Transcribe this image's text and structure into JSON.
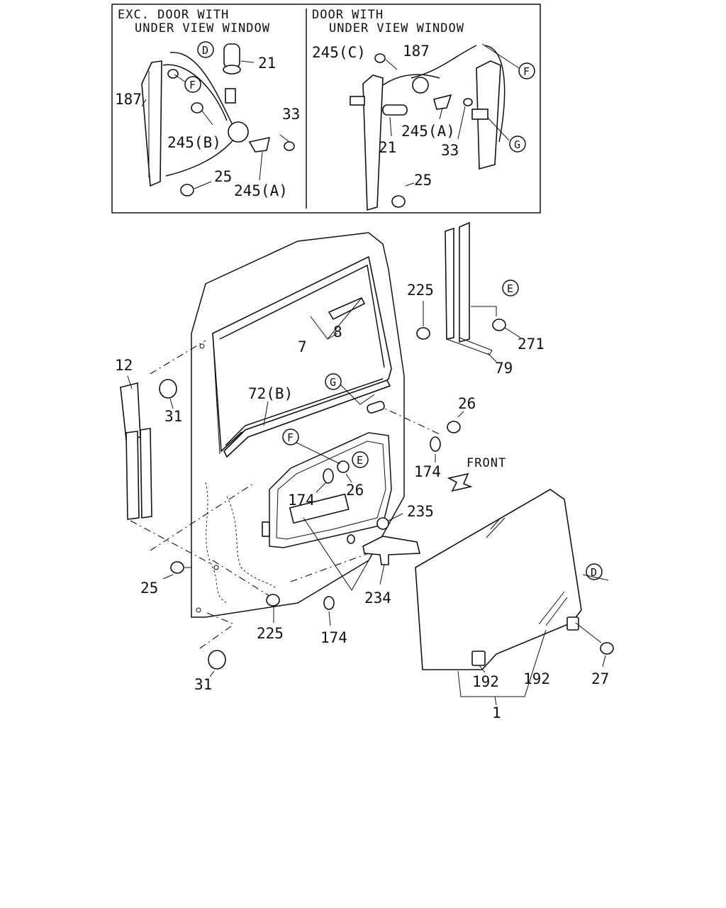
{
  "inset": {
    "left_header": [
      "EXC. DOOR WITH",
      "UNDER VIEW WINDOW"
    ],
    "right_header": [
      "DOOR WITH",
      "UNDER VIEW WINDOW"
    ],
    "left": {
      "d_ref": "D",
      "f_ref": "F",
      "p21": "21",
      "p187": "187",
      "p33": "33",
      "p245b": "245(B)",
      "p25": "25",
      "p245a": "245(A)"
    },
    "right": {
      "p245c": "245(C)",
      "p187": "187",
      "f_ref": "F",
      "p21": "21",
      "p245a": "245(A)",
      "p33": "33",
      "g_ref": "G",
      "p25": "25"
    }
  },
  "main": {
    "p7": "7",
    "p8": "8",
    "p72b": "72(B)",
    "g_ref": "G",
    "p12": "12",
    "p31_top": "31",
    "p225_top": "225",
    "e_ref_top": "E",
    "p271": "271",
    "p79": "79",
    "p26_right": "26",
    "p174_right": "174",
    "f_ref": "F",
    "e_ref": "E",
    "p174_mid": "174",
    "p26_mid": "26",
    "front": "FRONT",
    "p235": "235",
    "p25": "25",
    "p234": "234",
    "p225_bot": "225",
    "p174_bot": "174",
    "p31_bot": "31",
    "d_ref": "D",
    "p192_left": "192",
    "p192_right": "192",
    "p27": "27",
    "p1": "1"
  }
}
